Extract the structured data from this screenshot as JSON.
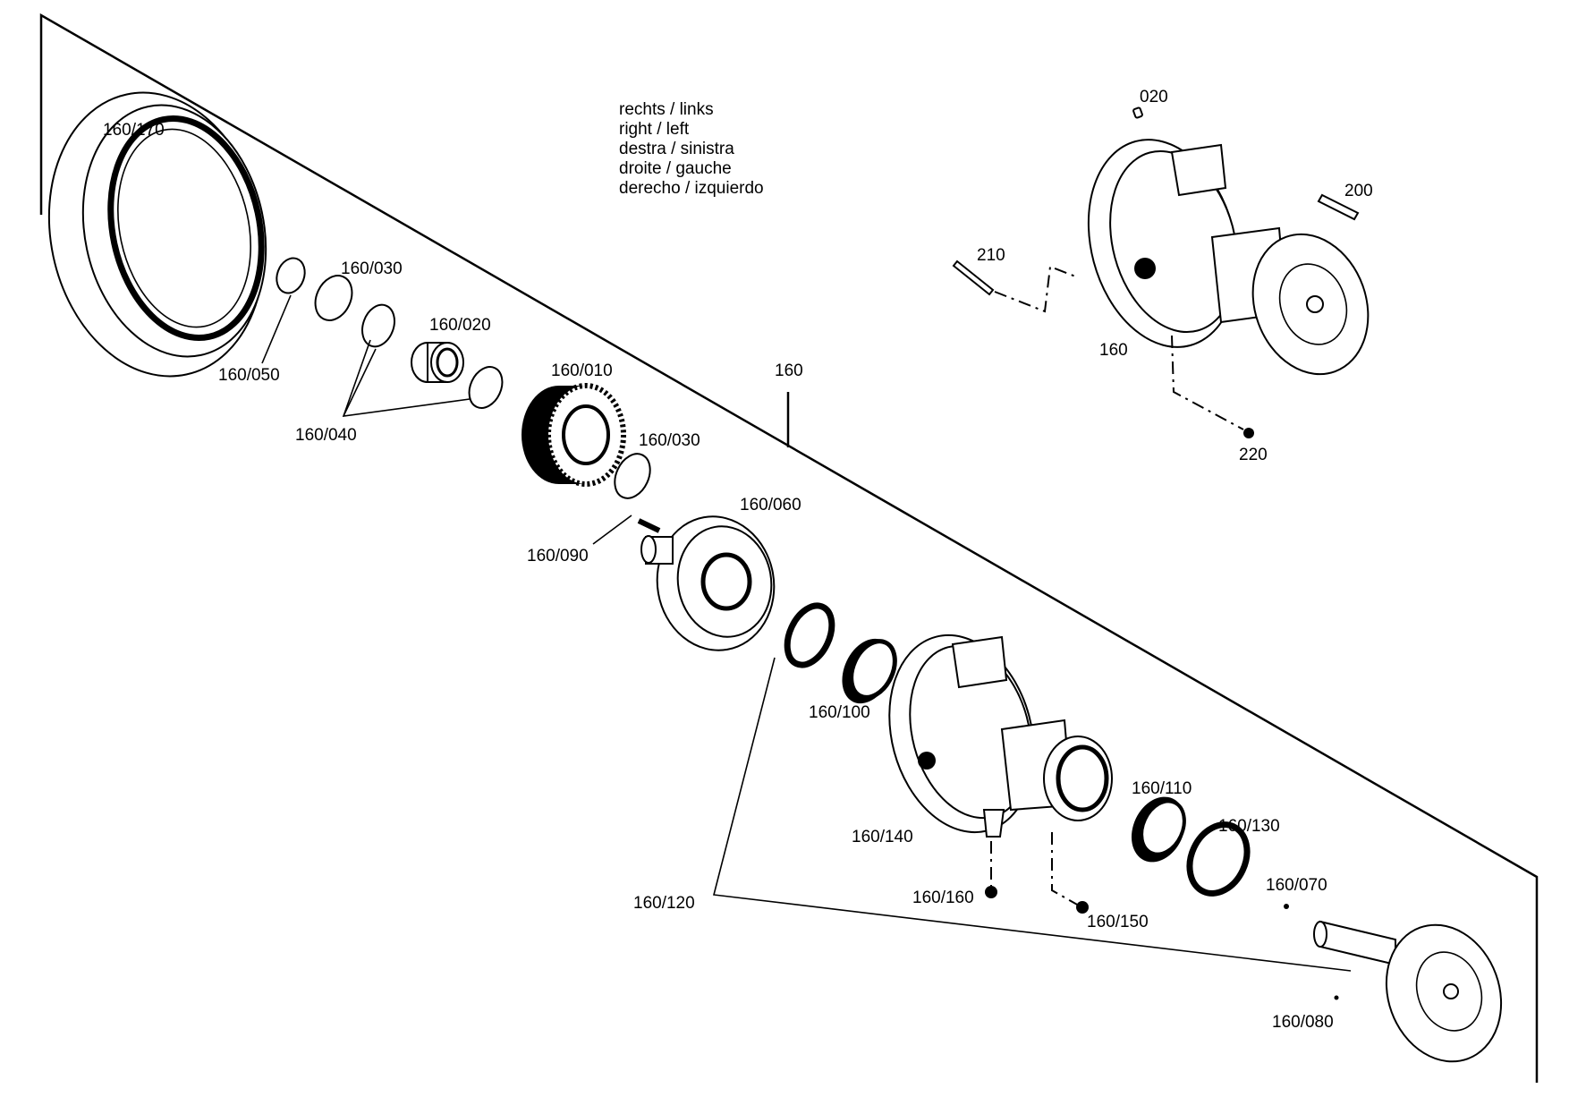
{
  "legend": {
    "lines": [
      "rechts / links",
      "right / left",
      "destra / sinistra",
      "droite / gauche",
      "derecho / izquierdo"
    ]
  },
  "callouts": {
    "p160_170": "160/170",
    "p160_050": "160/050",
    "p160_030a": "160/030",
    "p160_040": "160/040",
    "p160_020": "160/020",
    "p160_010": "160/010",
    "p160_030b": "160/030",
    "p160_090": "160/090",
    "p160_060": "160/060",
    "p160": "160",
    "p160_100": "160/100",
    "p160_140": "160/140",
    "p160_110": "160/110",
    "p160_130": "160/130",
    "p160_120": "160/120",
    "p160_160": "160/160",
    "p160_150": "160/150",
    "p160_070": "160/070",
    "p160_080": "160/080",
    "p020": "020",
    "p200": "200",
    "p210": "210",
    "p160_asm": "160",
    "p220": "220"
  }
}
